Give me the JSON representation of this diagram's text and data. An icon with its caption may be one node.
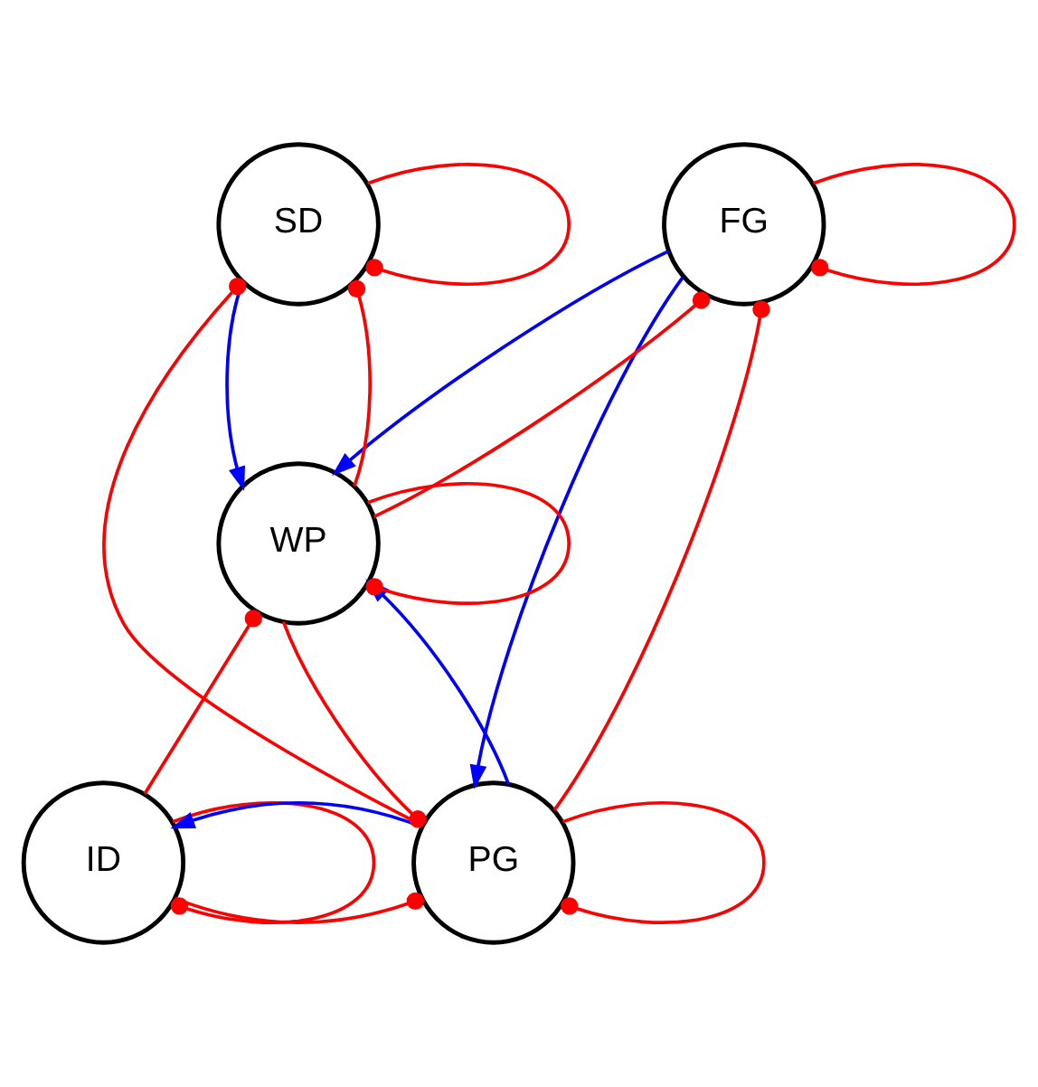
{
  "diagram": {
    "nodes": [
      {
        "text": [
          "SD"
        ]
      },
      {
        "text": [
          "FG"
        ]
      },
      {
        "text": [
          "ID"
        ]
      },
      {
        "text": [
          "PG"
        ]
      },
      {
        "text": [
          "WP"
        ]
      }
    ],
    "edges": [
      {
        "from": 0,
        "to": 0,
        "arrow": "other"
      },
      {
        "from": 1,
        "to": 1,
        "arrow": "other"
      },
      {
        "from": 2,
        "to": 2,
        "arrow": "other"
      },
      {
        "from": 3,
        "to": 3,
        "arrow": "other"
      },
      {
        "from": 4,
        "to": 4,
        "arrow": "other"
      },
      {
        "from": 0,
        "to": 4,
        "arrow": "to",
        "color": "#0000ff"
      },
      {
        "from": 4,
        "to": 0,
        "arrow": "other"
      },
      {
        "from": 3,
        "to": 0,
        "arrow": "other"
      },
      {
        "from": 1,
        "to": 4,
        "arrow": "to",
        "color": "#0000ff"
      },
      {
        "from": 4,
        "to": 1,
        "arrow": "other"
      },
      {
        "from": 1,
        "to": 3,
        "arrow": "to",
        "color": "#0000ff"
      },
      {
        "from": 3,
        "to": 1,
        "arrow": "other"
      },
      {
        "from": 2,
        "to": 3,
        "arrow": "other"
      },
      {
        "from": 3,
        "to": 2,
        "arrow": "to",
        "color": "#0000ff"
      },
      {
        "from": 4,
        "to": 3,
        "arrow": "other"
      },
      {
        "from": 3,
        "to": 4,
        "arrow": "to",
        "color": "#0000ff"
      },
      {
        "from": 2,
        "to": 4,
        "arrow": "other"
      }
    ]
  }
}
